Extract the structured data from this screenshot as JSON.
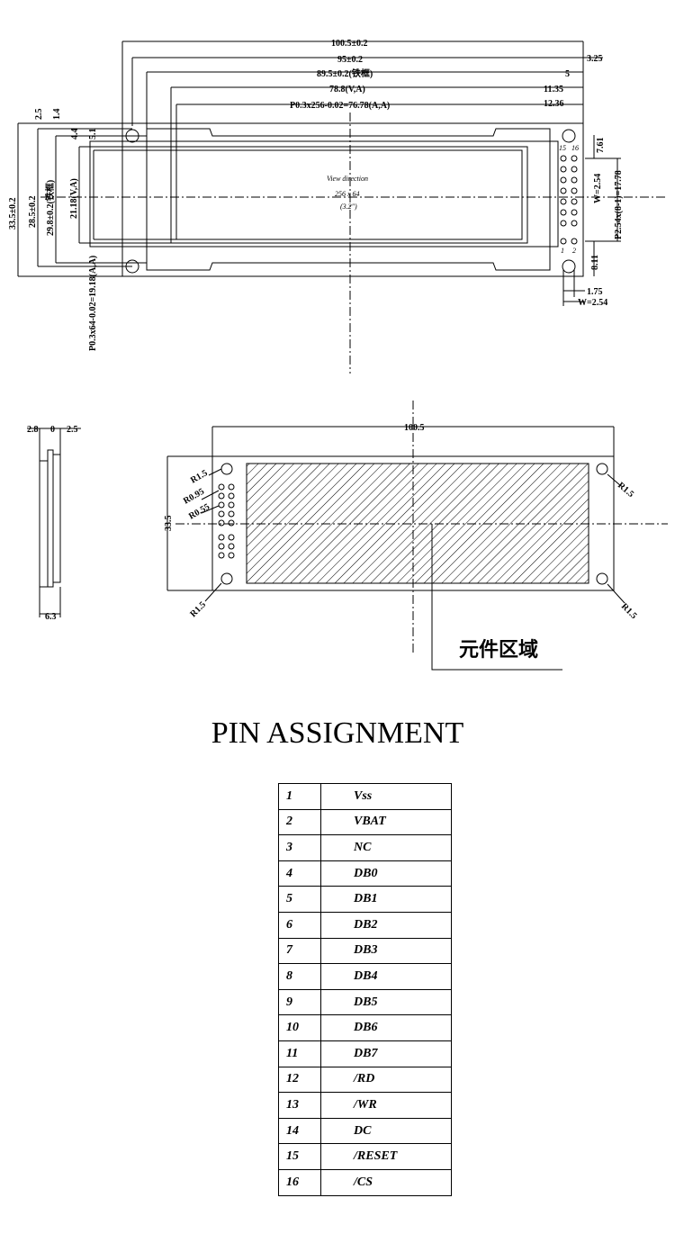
{
  "top_view": {
    "dims_top": [
      "100.5±0.2",
      "95±0.2",
      "89.5±0.2(铁框)",
      "78.8(V,A)",
      "P0.3x256-0.02=76.78(A,A)"
    ],
    "dims_right_top": [
      "3.25",
      "5",
      "11.35",
      "12.36"
    ],
    "dims_left": [
      "33.5±0.2",
      "28.5±0.2",
      "29.8±0.2(铁框)",
      "21.18(V,A)",
      "P0.3x64-0.02=19.18(A,A)"
    ],
    "dims_left_small": [
      "2.5",
      "1.4",
      "4.4",
      "5.1"
    ],
    "dims_right": [
      "7.61",
      "W=2.54",
      "P2.54x(8-1)=17.78",
      "8.11",
      "1.75",
      "W=2.54"
    ],
    "pin_labels": [
      "15",
      "16",
      "1",
      "2"
    ],
    "view_text": [
      "View direction",
      "256 x 64",
      "(3.2\")"
    ]
  },
  "side_view": {
    "dims": [
      "2.8",
      "0",
      "2.5",
      "6.3"
    ]
  },
  "back_view": {
    "dims": [
      "100.5",
      "33.5",
      "R1.5",
      "R0.95",
      "R0.55",
      "R1.5",
      "R1.5",
      "R1.5"
    ],
    "component_area_label": "元件区域"
  },
  "pin_assignment": {
    "title": "PIN ASSIGNMENT",
    "pins": [
      {
        "num": "1",
        "signal": "Vss"
      },
      {
        "num": "2",
        "signal": "VBAT"
      },
      {
        "num": "3",
        "signal": "NC"
      },
      {
        "num": "4",
        "signal": "DB0"
      },
      {
        "num": "5",
        "signal": "DB1"
      },
      {
        "num": "6",
        "signal": "DB2"
      },
      {
        "num": "7",
        "signal": "DB3"
      },
      {
        "num": "8",
        "signal": "DB4"
      },
      {
        "num": "9",
        "signal": "DB5"
      },
      {
        "num": "10",
        "signal": "DB6"
      },
      {
        "num": "11",
        "signal": "DB7"
      },
      {
        "num": "12",
        "signal": "/RD"
      },
      {
        "num": "13",
        "signal": "/WR"
      },
      {
        "num": "14",
        "signal": "DC"
      },
      {
        "num": "15",
        "signal": "/RESET"
      },
      {
        "num": "16",
        "signal": "/CS"
      }
    ]
  }
}
